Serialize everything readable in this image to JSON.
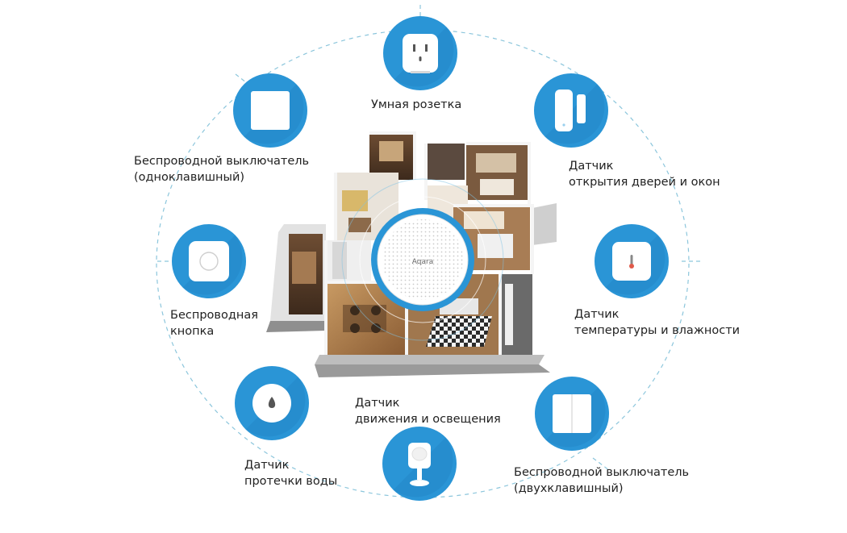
{
  "colors": {
    "accent": "#2a95d6",
    "accent_dark": "#1f7fbf",
    "ring": "#8cc6dc"
  },
  "devices": [
    {
      "id": "smart-socket",
      "icon": "socket-icon",
      "lines": [
        "Умная розетка"
      ]
    },
    {
      "id": "door-window-sensor",
      "icon": "door-sensor-icon",
      "lines": [
        "Датчик",
        "открытия дверей и окон"
      ]
    },
    {
      "id": "temp-humidity-sensor",
      "icon": "thermometer-icon",
      "lines": [
        "Датчик",
        "температуры и влажности"
      ]
    },
    {
      "id": "double-switch",
      "icon": "double-switch-icon",
      "lines": [
        "Беспроводной выключатель",
        "(двухклавишный)"
      ]
    },
    {
      "id": "motion-light-sensor",
      "icon": "motion-sensor-icon",
      "lines": [
        "Датчик",
        "движения и освещения"
      ]
    },
    {
      "id": "water-leak-sensor",
      "icon": "water-drop-icon",
      "lines": [
        "Датчик",
        "протечки воды"
      ]
    },
    {
      "id": "wireless-button",
      "icon": "round-button-icon",
      "lines": [
        "Беспроводная",
        "кнопка"
      ]
    },
    {
      "id": "single-switch",
      "icon": "single-switch-icon",
      "lines": [
        "Беспроводной выключатель",
        "(одноклавишный)"
      ]
    }
  ],
  "hub": {
    "brand": "Aqara"
  }
}
